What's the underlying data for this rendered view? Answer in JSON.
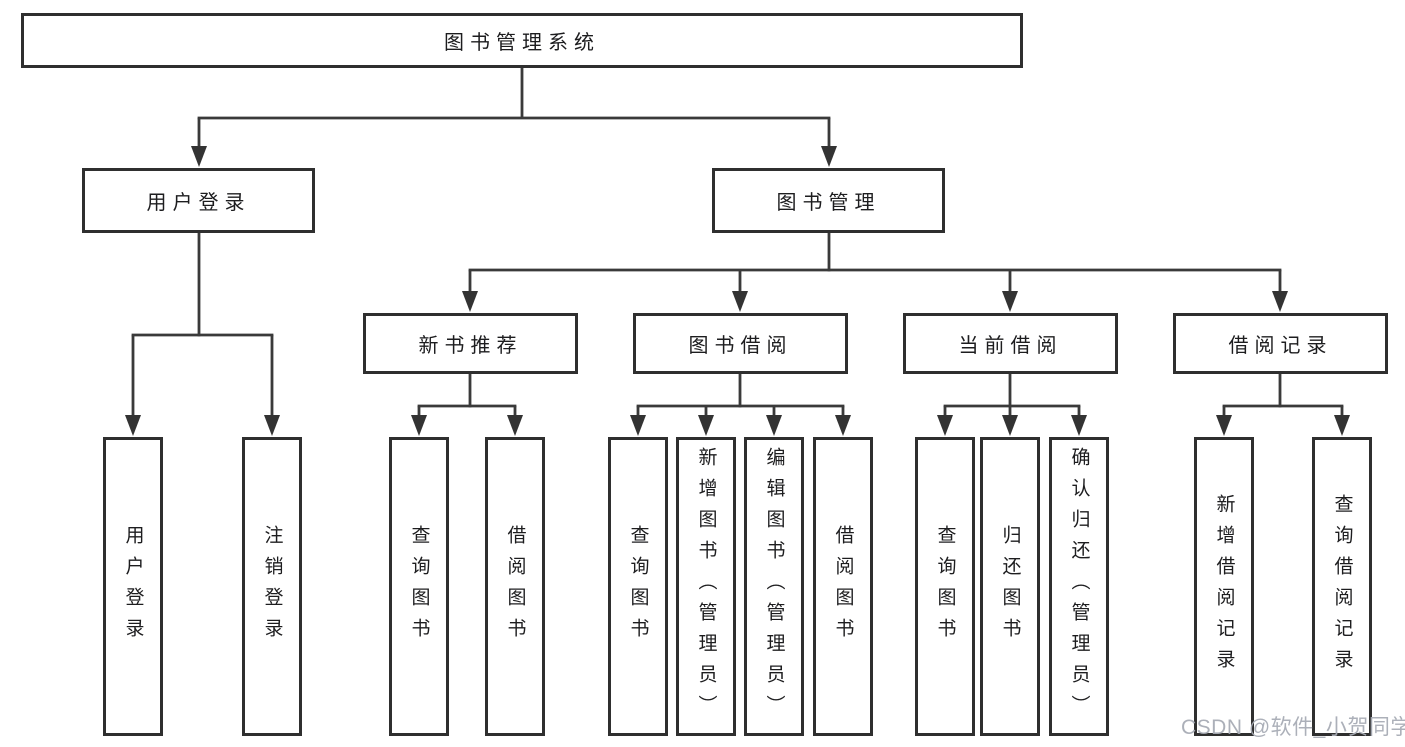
{
  "diagram": {
    "root": "图书管理系统",
    "branches": [
      {
        "label": "用户登录",
        "children": [
          {
            "label": "用户登录"
          },
          {
            "label": "注销登录"
          }
        ]
      },
      {
        "label": "图书管理",
        "children": [
          {
            "label": "新书推荐",
            "children": [
              {
                "label": "查询图书"
              },
              {
                "label": "借阅图书"
              }
            ]
          },
          {
            "label": "图书借阅",
            "children": [
              {
                "label": "查询图书"
              },
              {
                "label": "新增图书（管理员）"
              },
              {
                "label": "编辑图书（管理员）"
              },
              {
                "label": "借阅图书"
              }
            ]
          },
          {
            "label": "当前借阅",
            "children": [
              {
                "label": "查询图书"
              },
              {
                "label": "归还图书"
              },
              {
                "label": "确认归还（管理员）"
              }
            ]
          },
          {
            "label": "借阅记录",
            "children": [
              {
                "label": "新增借阅记录"
              },
              {
                "label": "查询借阅记录"
              }
            ]
          }
        ]
      }
    ]
  },
  "watermark": {
    "text": "CSDN @软件_小贺同学"
  },
  "colors": {
    "background": "#ffffff",
    "box_border": "#2f2f2f",
    "line": "#3a3a3a",
    "text": "#1d1d1f",
    "watermark": "#a8acb5"
  }
}
